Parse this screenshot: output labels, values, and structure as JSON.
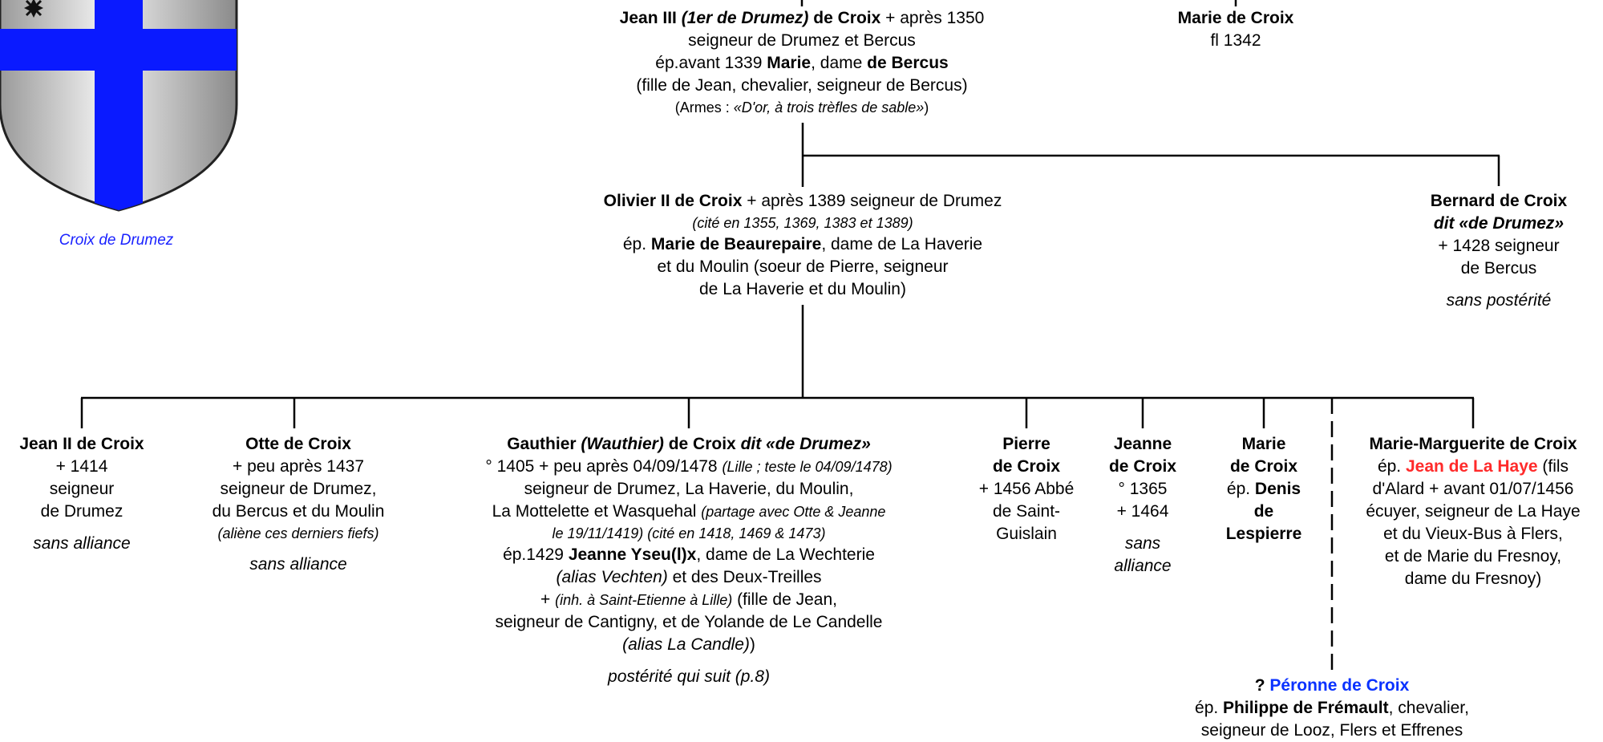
{
  "coat_of_arms": {
    "name": "Croix de Drumez",
    "colors": {
      "field": "#d9d9d9",
      "cross": "#0a1aff",
      "outline": "#222222"
    }
  },
  "gen1": {
    "jean3": {
      "name": "Jean III",
      "qualifier": "(1er de Drumez)",
      "surname": "de Croix",
      "death": "+ après 1350",
      "title": "seigneur de Drumez et Bercus",
      "marriage_prefix": "ép.avant 1339",
      "spouse_name": "Marie",
      "spouse_mid": ", dame",
      "spouse_of": "de Bercus",
      "spouse_parent": "(fille de Jean, chevalier, seigneur de Bercus)",
      "arms_prefix": "(Armes : ",
      "arms_text": "«D'or, à trois trèfles de sable»",
      "arms_suffix": ")"
    },
    "marie": {
      "name": "Marie de Croix",
      "fl": "fl 1342"
    }
  },
  "gen2": {
    "olivier": {
      "name": "Olivier II de Croix",
      "rest": " + après 1389 seigneur de Drumez",
      "cited": "(cité en 1355, 1369, 1383 et 1389)",
      "marriage_prefix": "ép. ",
      "spouse": "Marie de Beaurepaire",
      "spouse_rest": ", dame de La Haverie",
      "line2": "et du Moulin (soeur de Pierre, seigneur",
      "line3": "de La Haverie et du Moulin)"
    },
    "bernard": {
      "name": "Bernard de Croix",
      "dit": "dit «de Drumez»",
      "death": "+ 1428 seigneur",
      "title": "de Bercus",
      "note": "sans postérité"
    }
  },
  "gen3": {
    "jean2": {
      "name": "Jean II de Croix",
      "l1": "+ 1414",
      "l2": "seigneur",
      "l3": "de Drumez",
      "note": "sans alliance"
    },
    "otte": {
      "name": "Otte de Croix",
      "l1": "+ peu après 1437",
      "l2": "seigneur de Drumez,",
      "l3": "du Bercus et du Moulin",
      "l4": "(aliène ces derniers fiefs)",
      "note": "sans alliance"
    },
    "gauthier": {
      "name": "Gauthier",
      "alias": "(Wauthier)",
      "surname": " de Croix ",
      "dit": "dit «de Drumez»",
      "l1": "° 1405 + peu après 04/09/1478",
      "l1_it": "(Lille ; teste le 04/09/1478)",
      "l2": "seigneur de Drumez, La Haverie, du Moulin,",
      "l3": "La Mottelette et Wasquehal",
      "l3_it": "(partage avec Otte & Jeanne",
      "l4_it": "le 19/11/1419) (cité en 1418, 1469 & 1473)",
      "marriage_prefix": "ép.1429 ",
      "spouse": "Jeanne Yseu(l)x",
      "spouse_rest": ", dame de La Wechterie",
      "l6_it": "(alias Vechten)",
      "l6": " et des Deux-Treilles",
      "l7a": "+ ",
      "l7_it": "(inh. à Saint-Etienne à Lille)",
      "l7b": " (fille de Jean,",
      "l8": "seigneur de Cantigny, et de Yolande de Le Candelle",
      "l9_it": "(alias La Candle)",
      "l9": ")",
      "note": "postérité qui suit (p.8)"
    },
    "pierre": {
      "l1": "Pierre",
      "l2": "de Croix",
      "l3": "+ 1456 Abbé",
      "l4": "de Saint-",
      "l5": "Guislain"
    },
    "jeanne": {
      "l1": "Jeanne",
      "l2": "de Croix",
      "l3": "° 1365",
      "l4": "+ 1464",
      "n1": "sans",
      "n2": "alliance"
    },
    "marie2": {
      "l1": "Marie",
      "l2": "de Croix",
      "l3a": "ép. ",
      "l3b": "Denis",
      "l4": "de",
      "l5": "Lespierre"
    },
    "mariemarguerite": {
      "name": "Marie-Marguerite de Croix",
      "l1a": "ép. ",
      "l1_red": "Jean de La Haye",
      "l1b": " (fils",
      "l2": "d'Alard + avant 01/07/1456",
      "l3": "écuyer, seigneur de La Haye",
      "l4": "et du Vieux-Bus à Flers,",
      "l5": "et de Marie du Fresnoy,",
      "l6": "dame du Fresnoy)"
    },
    "peronne": {
      "prefix": "? ",
      "name": "Péronne de Croix",
      "l1a": "ép. ",
      "l1b": "Philippe de Frémault",
      "l1c": ", chevalier,",
      "l2": "seigneur de Looz, Flers et Effrenes"
    }
  }
}
